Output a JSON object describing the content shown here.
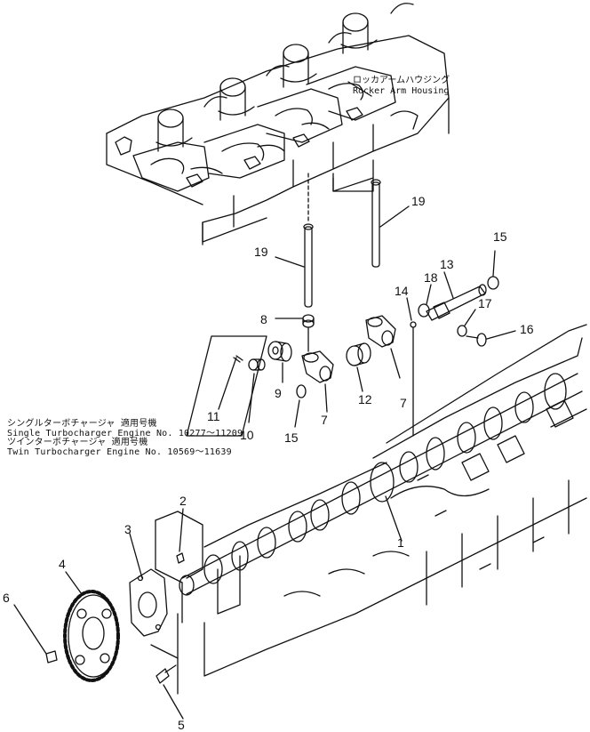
{
  "callout_rocker": {
    "jp": "ロッカアームハウジング",
    "en": "Rocker Arm Housing"
  },
  "notes": {
    "line1": "シングルターボチャージャ 適用号機",
    "line2": "Single Turbocharger Engine No. 10277～11209",
    "line3": "ツインターボチャージャ 適用号機",
    "line4": "Twin Turbocharger Engine No. 10569～11639"
  },
  "parts": {
    "p19a": "19",
    "p19b": "19",
    "p15a": "15",
    "p13": "13",
    "p18": "18",
    "p14": "14",
    "p17": "17",
    "p16": "16",
    "p8": "8",
    "p9": "9",
    "p7a": "7",
    "p7b": "7",
    "p12": "12",
    "p15b": "15",
    "p11": "11",
    "p10": "10",
    "p1": "1",
    "p2": "2",
    "p3": "3",
    "p4": "4",
    "p6": "6",
    "p5": "5"
  }
}
